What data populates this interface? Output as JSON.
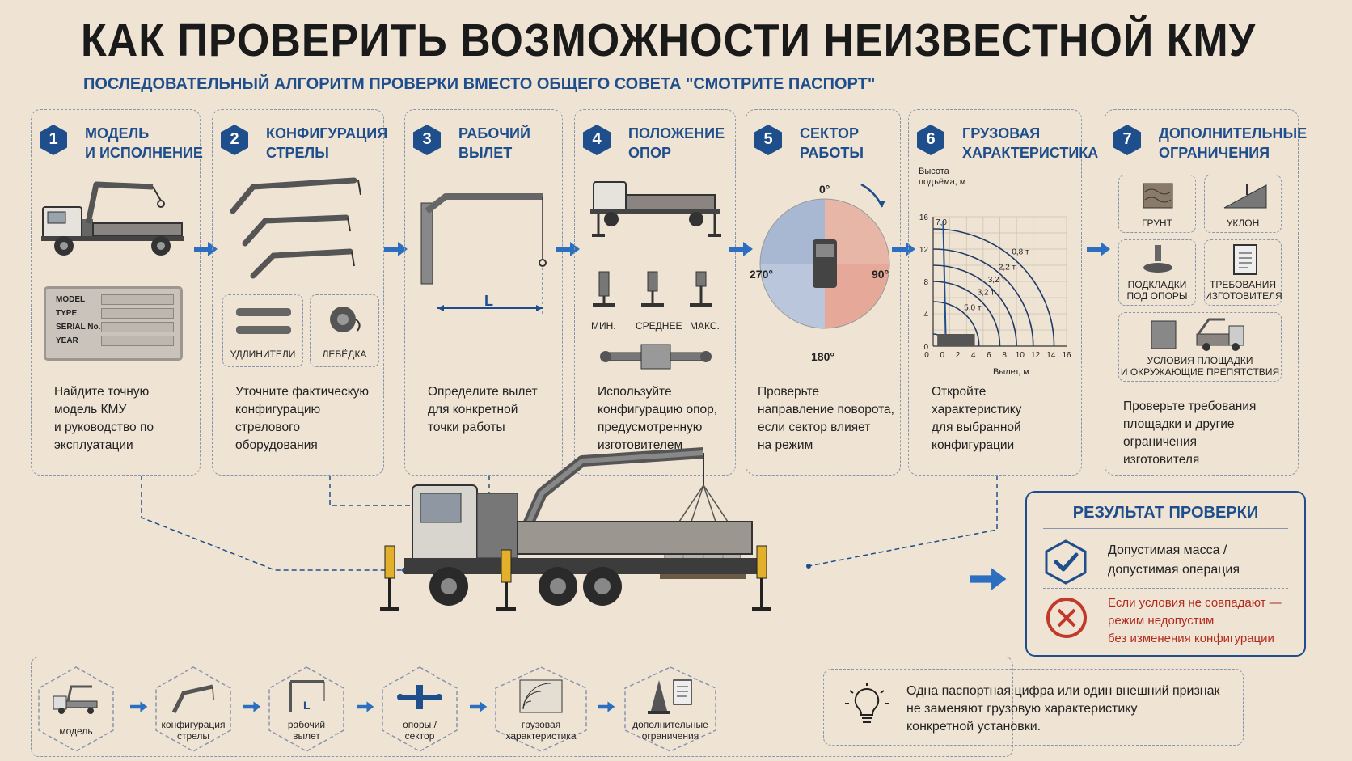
{
  "header": {
    "title": "КАК ПРОВЕРИТЬ ВОЗМОЖНОСТИ НЕИЗВЕСТНОЙ КМУ",
    "subtitle": "ПОСЛЕДОВАТЕЛЬНЫЙ АЛГОРИТМ ПРОВЕРКИ ВМЕСТО ОБЩЕГО СОВЕТА \"СМОТРИТЕ ПАСПОРТ\""
  },
  "colors": {
    "accent": "#1f4e8c",
    "background": "#efe4d4",
    "error": "#c0392b"
  },
  "steps": [
    {
      "num": "1",
      "title1": "МОДЕЛЬ",
      "title2": "И ИСПОЛНЕНИЕ",
      "desc": [
        "Найдите точную",
        "модель КМУ",
        "и руководство по",
        "эксплуатации"
      ],
      "plate": [
        "MODEL",
        "TYPE",
        "SERIAL No.",
        "YEAR"
      ]
    },
    {
      "num": "2",
      "title1": "КОНФИГУРАЦИЯ",
      "title2": "СТРЕЛЫ",
      "desc": [
        "Уточните фактическую",
        "конфигурацию",
        "стрелового",
        "оборудования"
      ],
      "sub": [
        "УДЛИНИТЕЛИ",
        "ЛЕБЁДКА"
      ]
    },
    {
      "num": "3",
      "title1": "РАБОЧИЙ",
      "title2": "ВЫЛЕТ",
      "desc": [
        "Определите вылет",
        "для конкретной",
        "точки работы"
      ],
      "dim": "L"
    },
    {
      "num": "4",
      "title1": "ПОЛОЖЕНИЕ",
      "title2": "ОПОР",
      "desc": [
        "Используйте",
        "конфигурацию опор,",
        "предусмотренную",
        "изготовителем"
      ],
      "sub": [
        "МИН.",
        "СРЕДНЕЕ",
        "МАКС."
      ]
    },
    {
      "num": "5",
      "title1": "СЕКТОР",
      "title2": "РАБОТЫ",
      "desc": [
        "Проверьте",
        "направление поворота,",
        "если сектор влияет",
        "на режим"
      ],
      "angles": [
        "0°",
        "90°",
        "180°",
        "270°"
      ]
    },
    {
      "num": "6",
      "title1": "ГРУЗОВАЯ",
      "title2": "ХАРАКТЕРИСТИКА",
      "desc": [
        "Откройте",
        "характеристику",
        "для выбранной",
        "конфигурации"
      ]
    },
    {
      "num": "7",
      "title1": "ДОПОЛНИТЕЛЬНЫЕ",
      "title2": "ОГРАНИЧЕНИЯ",
      "desc": [
        "Проверьте требования",
        "площадки и другие",
        "ограничения",
        "изготовителя"
      ],
      "sub": [
        "ГРУНТ",
        "УКЛОН",
        "ПОДКЛАДКИ",
        "ПОД ОПОРЫ",
        "ТРЕБОВАНИЯ",
        "ИЗГОТОВИТЕЛЯ",
        "УСЛОВИЯ ПЛОЩАДКИ",
        "И ОКРУЖАЮЩИЕ ПРЕПЯТСТВИЯ"
      ]
    }
  ],
  "chart_data": {
    "type": "line",
    "title": "",
    "ylabel": "Высота подъёма, м",
    "xlabel": "Вылет, м",
    "xlim": [
      0,
      16
    ],
    "ylim": [
      0,
      16
    ],
    "x_ticks": [
      "0",
      "0",
      "2",
      "4",
      "6",
      "8",
      "10",
      "12",
      "14",
      "16"
    ],
    "y_ticks": [
      "0",
      "4",
      "8",
      "12",
      "16"
    ],
    "series": [
      {
        "name": "7,0",
        "radius": 1.5
      },
      {
        "name": "5,0 т",
        "radius": 5.5
      },
      {
        "name": "3,2 т",
        "radius": 8.0
      },
      {
        "name": "3,2 т",
        "radius": 10.0
      },
      {
        "name": "2,2 т",
        "radius": 12.0
      },
      {
        "name": "0,8 т",
        "radius": 14.5
      }
    ]
  },
  "result": {
    "title": "РЕЗУЛЬТАТ ПРОВЕРКИ",
    "ok1": "Допустимая масса /",
    "ok2": "допустимая операция",
    "bad1": "Если условия не совпадают —",
    "bad2": "режим недопустим",
    "bad3": "без изменения конфигурации"
  },
  "flow": [
    {
      "l1": "модель",
      "l2": ""
    },
    {
      "l1": "конфигурация",
      "l2": "стрелы"
    },
    {
      "l1": "рабочий",
      "l2": "вылет"
    },
    {
      "l1": "опоры /",
      "l2": "сектор"
    },
    {
      "l1": "грузовая",
      "l2": "характеристика"
    },
    {
      "l1": "дополнительные",
      "l2": "ограничения"
    }
  ],
  "note": {
    "l1": "Одна паспортная цифра или один внешний признак",
    "l2": "не заменяют грузовую характеристику",
    "l3": "конкретной установки."
  }
}
